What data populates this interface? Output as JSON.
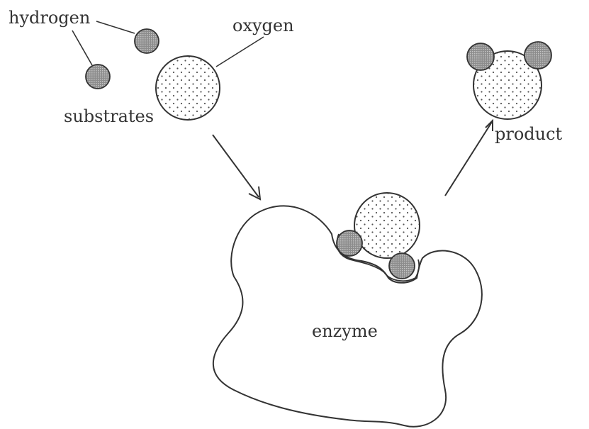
{
  "labels": {
    "hydrogen": "hydrogen",
    "oxygen": "oxygen",
    "substrates": "substrates",
    "product": "product",
    "enzyme": "enzyme"
  },
  "colors": {
    "line": "#333333",
    "hydrogen_fill": "#a0a0a0",
    "oxygen_dot": "#555555",
    "background": "#ffffff"
  }
}
